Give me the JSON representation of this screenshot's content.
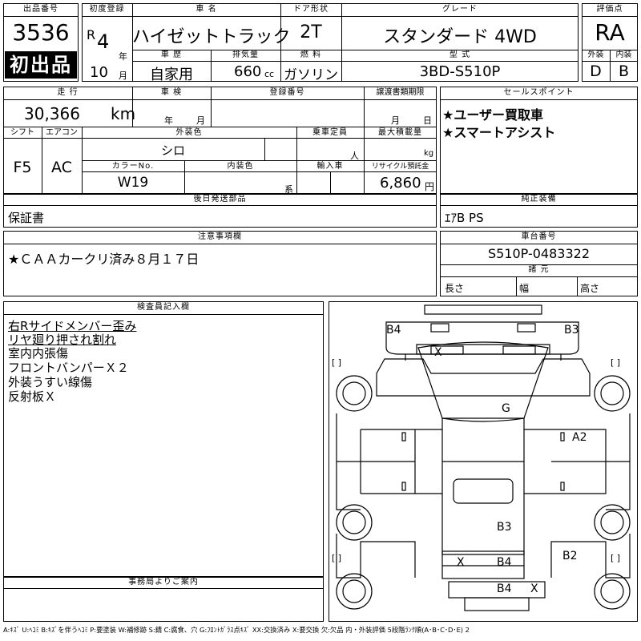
{
  "header": {
    "lot_label": "出品番号",
    "lot_number": "3536",
    "first_listing_badge": "初出品",
    "first_reg_label": "初度登録",
    "era_prefix": "R",
    "year_value": "4",
    "year_unit": "年",
    "month_value": "10",
    "month_unit": "月",
    "car_name_label": "車 名",
    "car_name": "ハイゼットトラック",
    "door_label": "ドア形状",
    "door_value": "2T",
    "grade_label": "グレード",
    "grade_value": "スタンダード 4WD",
    "score_label": "評価点",
    "score_value": "RA",
    "history_label": "車 歴",
    "history_value": "自家用",
    "displacement_label": "排気量",
    "displacement_value": "660",
    "displacement_unit": "cc",
    "fuel_label": "燃 料",
    "fuel_value": "ガソリン",
    "model_label": "型 式",
    "model_value": "3BD-S510P",
    "exterior_grade_label": "外装",
    "interior_grade_label": "内装",
    "exterior_grade": "D",
    "interior_grade": "B"
  },
  "row2": {
    "mileage_label": "走 行",
    "mileage_value": "30,366",
    "mileage_unit": "km",
    "inspection_label": "車 検",
    "inspection_year_unit": "年",
    "inspection_month_unit": "月",
    "reg_number_label": "登録番号",
    "transfer_label": "譲渡書類期限",
    "transfer_month_unit": "月",
    "transfer_day_unit": "日",
    "shift_label": "シフト",
    "shift_value": "F5",
    "ac_label": "エアコン",
    "ac_value": "AC",
    "ext_color_label": "外装色",
    "ext_color_value": "シロ",
    "capacity_label": "乗車定員",
    "capacity_unit": "人",
    "max_load_label": "最大積載量",
    "max_load_unit": "kg",
    "color_no_label": "カラーNo.",
    "color_no_value": "W19",
    "int_color_label": "内装色",
    "int_color_unit": "系",
    "import_label": "輸入車",
    "recycle_label": "リサイクル預託金",
    "recycle_value": "6,860",
    "recycle_unit": "円"
  },
  "sales_points": {
    "label": "セールスポイント",
    "items": [
      "★ユーザー買取車",
      "★スマートアシスト"
    ]
  },
  "later_parts": {
    "label": "後日発送部品",
    "value": "保証書"
  },
  "genuine_equipment": {
    "label": "純正装備",
    "value": "ｴｱB PS"
  },
  "notes": {
    "label": "注意事項欄",
    "value": "★ＣＡＡカークリ済み８月１７日"
  },
  "chassis": {
    "label": "車台番号",
    "value": "S510P-0483322",
    "dimensions_label": "諸 元",
    "length_label": "長さ",
    "width_label": "幅",
    "height_label": "高さ"
  },
  "inspector": {
    "label": "検査員記入欄",
    "lines": [
      "右Rサイドメンバー歪み",
      "リヤ廻り押され割れ",
      "室内内張傷",
      "フロントバンパーＸ２",
      "外装うすい線傷",
      "反射板Ｘ"
    ]
  },
  "office": {
    "label": "事務局よりご案内"
  },
  "diagram": {
    "marks": {
      "b4_top_left": "B4",
      "b3_top_right": "B3",
      "x_windshield": "X",
      "g_roof": "G",
      "a2_right": "A2",
      "b3_bed": "B3",
      "b2_right": "B2",
      "x_rear_left": "X",
      "b4_rear": "B4",
      "b4_bottom": "B4",
      "x_bottom": "X"
    },
    "bracket_left": "[ ]",
    "bracket_right": "[ ]"
  },
  "legend": "A:ｷｽﾞ U:ﾍｺﾐ B:ｷｽﾞを伴うﾍｺﾐ P:要塗装 W:補修跡 S:錆 C:腐食、穴 G:ﾌﾛﾝﾄｶﾞﾗｽ点ｷｽﾞ XX:交換済み X:要交換 欠:欠品 内・外装評価 5段階ﾗﾝｸ順(A･B･C･D･E) 2"
}
